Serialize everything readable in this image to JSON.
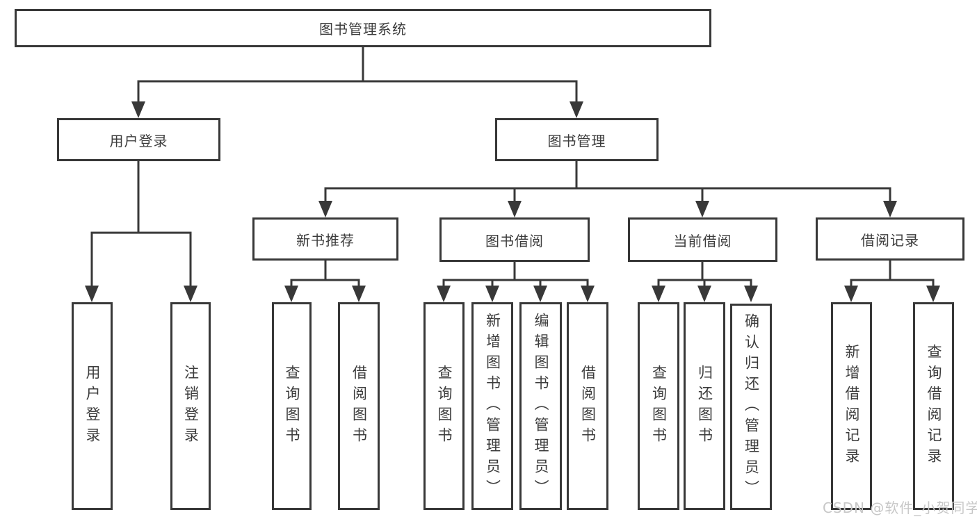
{
  "tree": {
    "label": "图书管理系统",
    "children": [
      {
        "label": "用户登录",
        "children": [
          {
            "label": "用户登录"
          },
          {
            "label": "注销登录"
          }
        ]
      },
      {
        "label": "图书管理",
        "children": [
          {
            "label": "新书推荐",
            "children": [
              {
                "label": "查询图书"
              },
              {
                "label": "借阅图书"
              }
            ]
          },
          {
            "label": "图书借阅",
            "children": [
              {
                "label": "查询图书"
              },
              {
                "label": "新增图书（管理员）"
              },
              {
                "label": "编辑图书（管理员）"
              },
              {
                "label": "借阅图书"
              }
            ]
          },
          {
            "label": "当前借阅",
            "children": [
              {
                "label": "查询图书"
              },
              {
                "label": "归还图书"
              },
              {
                "label": "确认归还（管理员）"
              }
            ]
          },
          {
            "label": "借阅记录",
            "children": [
              {
                "label": "新增借阅记录"
              },
              {
                "label": "查询借阅记录"
              }
            ]
          }
        ]
      }
    ]
  },
  "watermark": "CSDN @软件_小贺同学",
  "colors": {
    "line": "#383838",
    "text": "#3c3c3c",
    "watermark": "#c7c7c7",
    "background": "#ffffff"
  }
}
